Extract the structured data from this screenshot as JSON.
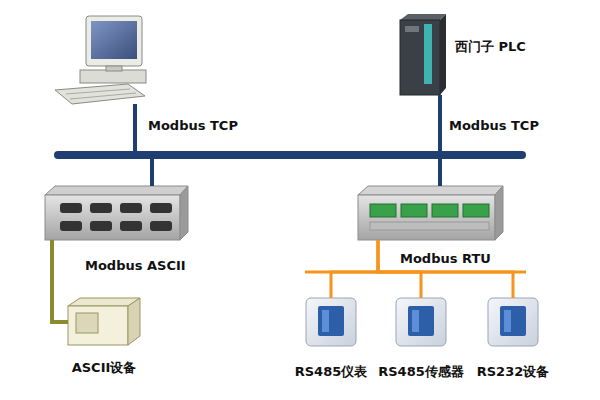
{
  "diagram": {
    "nodes": [
      {
        "text": [
          "西门子 PLC"
        ]
      },
      {
        "text": [
          "Modbus ASCII"
        ]
      },
      {
        "text": [
          "Modbus RTU"
        ]
      },
      {
        "text": [
          "ASCII设备"
        ]
      },
      {
        "text": [
          "RS485仪表"
        ]
      },
      {
        "text": [
          "RS485传感器"
        ]
      },
      {
        "text": [
          "RS232设备"
        ]
      }
    ],
    "edges": [
      {
        "from": 0,
        "to": 1,
        "arrow": "none"
      },
      {
        "from": 0,
        "to": 2,
        "arrow": "none"
      },
      {
        "from": 1,
        "to": 3,
        "arrow": "none"
      },
      {
        "from": 2,
        "to": 4,
        "arrow": "none"
      },
      {
        "from": 2,
        "to": 5,
        "arrow": "none"
      },
      {
        "from": 2,
        "to": 6,
        "arrow": "none"
      }
    ],
    "labels": [
      "Modbus TCP",
      "Modbus TCP"
    ]
  }
}
